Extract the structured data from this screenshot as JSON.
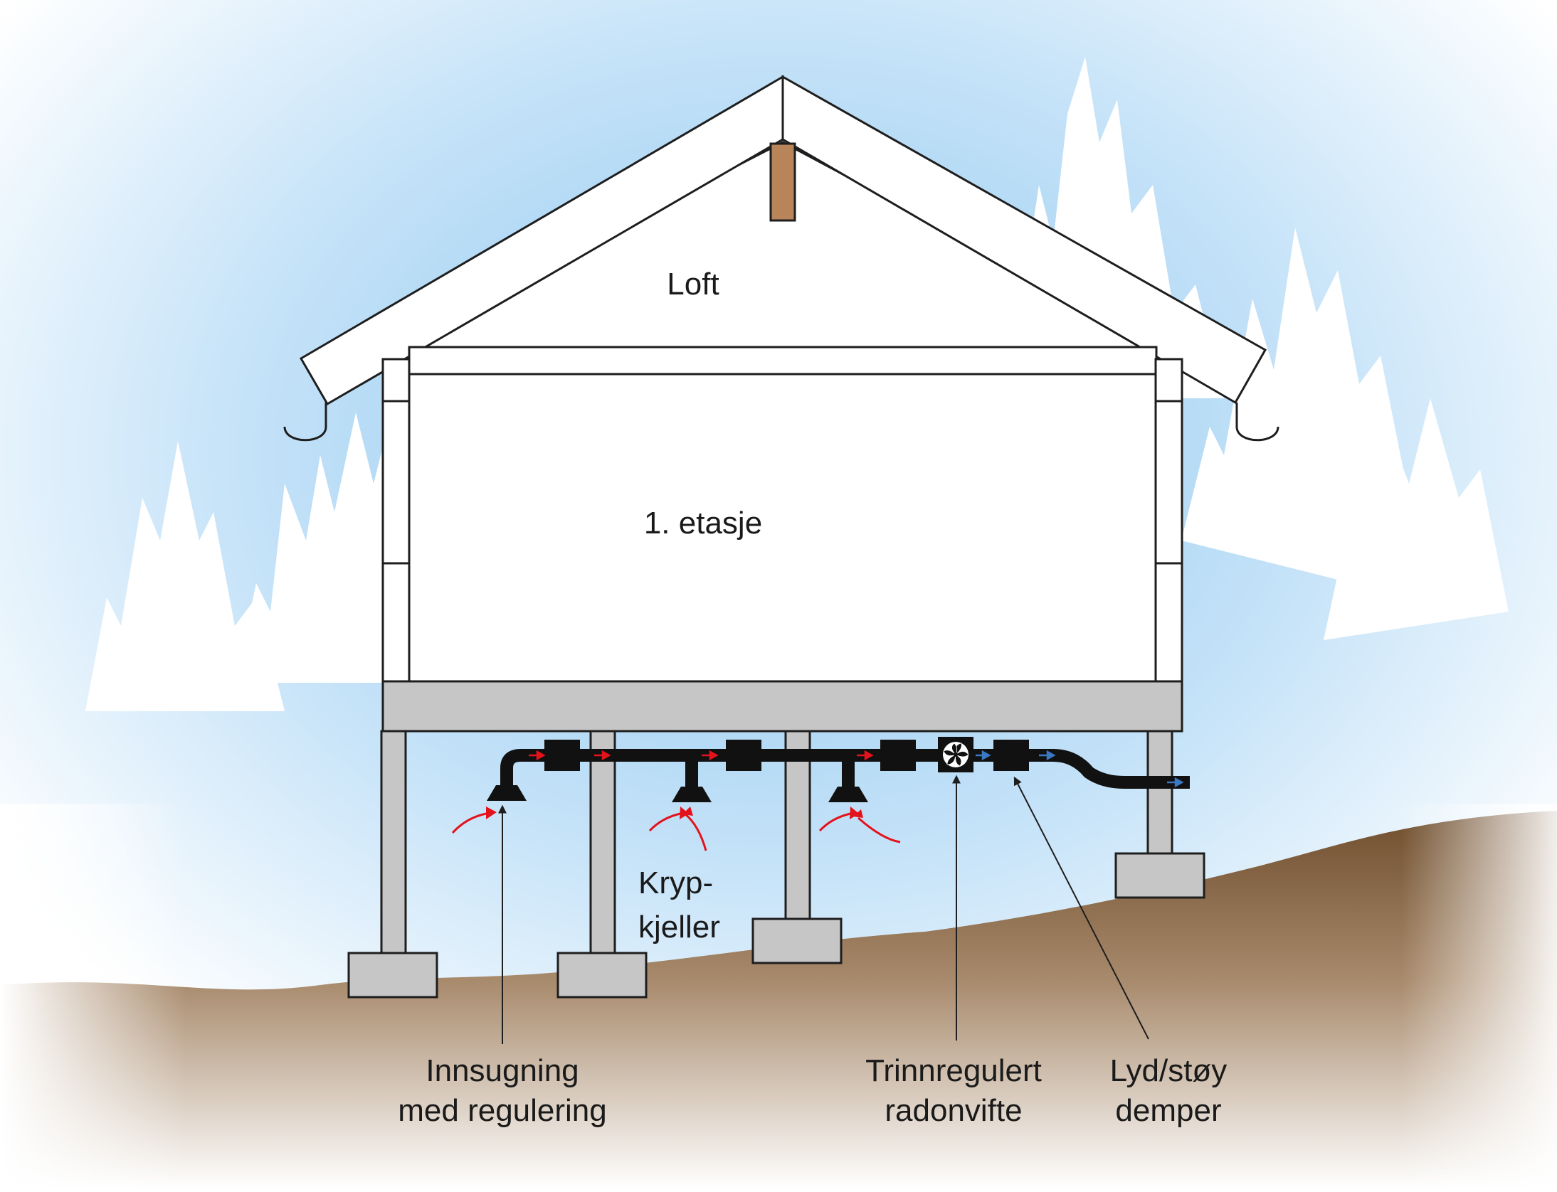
{
  "labels": {
    "attic": "Loft",
    "first_floor": "1. etasje",
    "crawlspace_line1": "Kryp-",
    "crawlspace_line2": "kjeller",
    "intake_line1": "Innsugning",
    "intake_line2": "med regulering",
    "fan_line1": "Trinnregulert",
    "fan_line2": "radonvifte",
    "silencer_line1": "Lyd/støy",
    "silencer_line2": "demper"
  },
  "colors": {
    "sky": "#b9dcf5",
    "ground": "#7a5a3a",
    "wall": "#ffffff",
    "outline": "#1e1e1e",
    "beam": "#c6c6c6",
    "pipe": "#111111",
    "ridge_post": "#b8845a",
    "airflow_in": "#e3121b",
    "airflow_out": "#3a78c2"
  },
  "icons": {
    "fan": "fan-icon",
    "airflow_arrow": "curved-arrow-icon"
  }
}
